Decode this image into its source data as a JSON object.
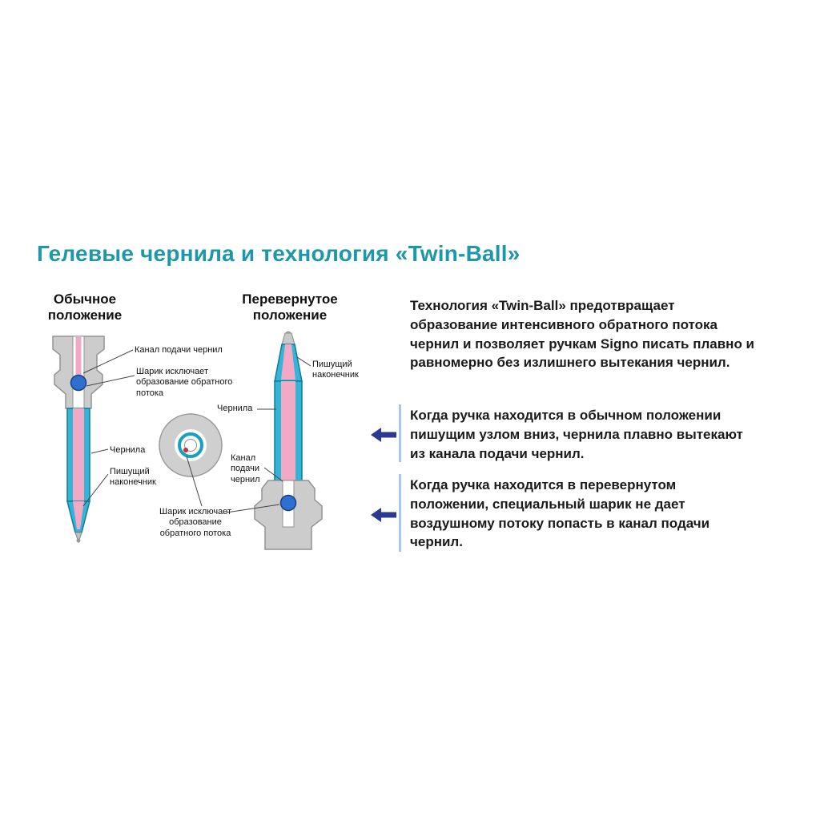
{
  "page": {
    "title": "Гелевые чернила и технология «Twin-Ball»"
  },
  "diagram": {
    "normal": {
      "heading": "Обычное\nположение",
      "labels": [
        "Канал подачи чернил",
        "Шарик исключает\nобразование обратного\nпотока",
        "Чернила",
        "Пишущий\nнаконечник"
      ]
    },
    "inverted": {
      "heading": "Перевернутое\nположение",
      "labels": [
        "Пишущий\nнаконечник",
        "Чернила",
        "Канал\nподачи\nчернил",
        "Шарик исключает\nобразование\nобратного потока"
      ]
    }
  },
  "text": {
    "intro": "Технология «Twin-Ball» предотвращает образование интенсивного обратного потока чернил и позволяет ручкам Signo писать плавно и равномерно без излишнего вытекания чернил.",
    "point_normal": "Когда ручка находится в обычном положении пишущим узлом вниз, чернила плавно вытекают из канала подачи чернил.",
    "point_inverted": "Когда ручка находится в перевернутом положении, специальный шарик не дает воздушному потоку попасть в канал подачи чернил."
  },
  "colors": {
    "title_teal": "#1E98A8",
    "arrow_navy": "#2B3990",
    "bar_blue": "#A9C7E8",
    "ink_pink": "#F2A9C6",
    "tube_cyan": "#35B4D6",
    "ball_blue": "#2F6FD0",
    "body_gray": "#CCCCCC"
  }
}
